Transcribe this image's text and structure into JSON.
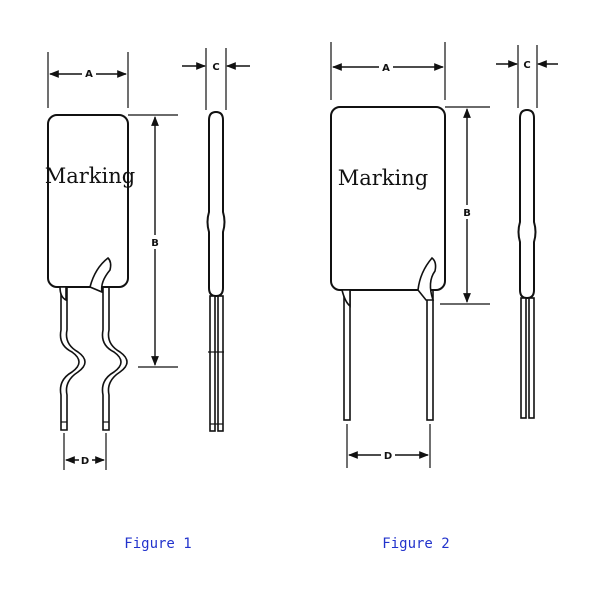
{
  "figures": [
    {
      "caption": "Figure 1",
      "marking": "Marking",
      "dims": {
        "a": "A",
        "b": "B",
        "c": "C",
        "d": "D"
      }
    },
    {
      "caption": "Figure 2",
      "marking": "Marking",
      "dims": {
        "a": "A",
        "b": "B",
        "c": "C",
        "d": "D"
      }
    }
  ],
  "colors": {
    "outline": "#111111",
    "caption": "#2233cc",
    "background": "#ffffff"
  }
}
